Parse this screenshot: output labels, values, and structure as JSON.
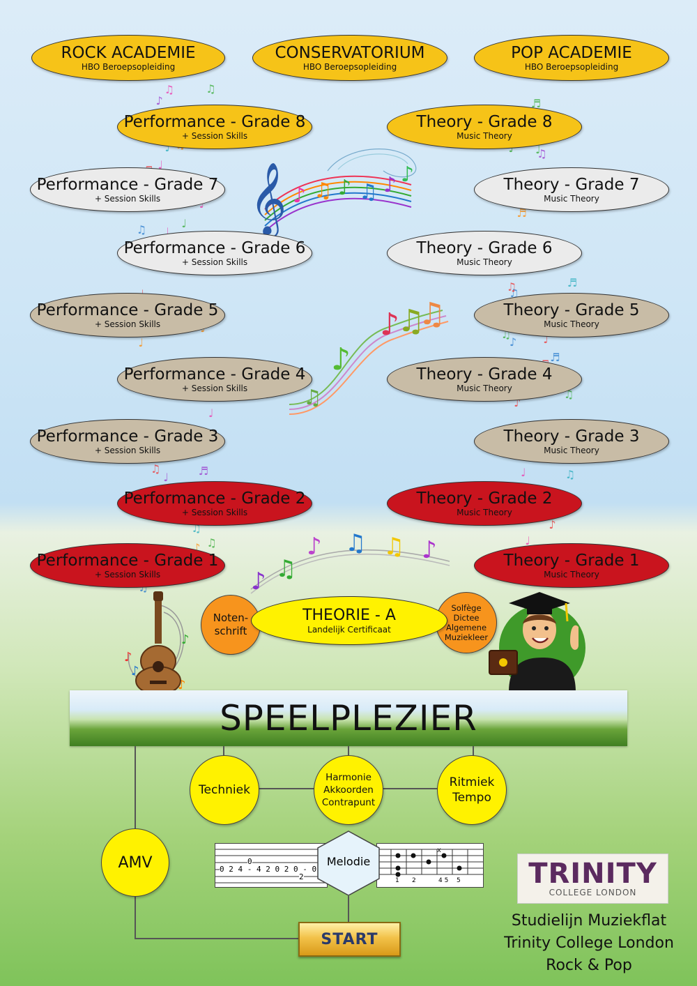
{
  "top": {
    "rock": {
      "title": "ROCK ACADEMIE",
      "sub": "HBO Beroepsopleiding"
    },
    "cons": {
      "title": "CONSERVATORIUM",
      "sub": "HBO Beroepsopleiding"
    },
    "pop": {
      "title": "POP ACADEMIE",
      "sub": "HBO Beroepsopleiding"
    }
  },
  "performance": [
    {
      "title": "Performance - Grade 8",
      "sub": "+ Session Skills"
    },
    {
      "title": "Performance - Grade 7",
      "sub": "+ Session Skills"
    },
    {
      "title": "Performance - Grade 6",
      "sub": "+ Session Skills"
    },
    {
      "title": "Performance - Grade 5",
      "sub": "+ Session Skills"
    },
    {
      "title": "Performance - Grade 4",
      "sub": "+ Session Skills"
    },
    {
      "title": "Performance - Grade 3",
      "sub": "+ Session Skills"
    },
    {
      "title": "Performance - Grade 2",
      "sub": "+ Session Skills"
    },
    {
      "title": "Performance - Grade 1",
      "sub": "+ Session Skills"
    }
  ],
  "theory": [
    {
      "title": "Theory - Grade 8",
      "sub": "Music Theory"
    },
    {
      "title": "Theory - Grade 7",
      "sub": "Music Theory"
    },
    {
      "title": "Theory - Grade 6",
      "sub": "Music Theory"
    },
    {
      "title": "Theory - Grade 5",
      "sub": "Music Theory"
    },
    {
      "title": "Theory - Grade 4",
      "sub": "Music Theory"
    },
    {
      "title": "Theory - Grade 3",
      "sub": "Music Theory"
    },
    {
      "title": "Theory - Grade 2",
      "sub": "Music Theory"
    },
    {
      "title": "Theory - Grade 1",
      "sub": "Music Theory"
    }
  ],
  "theorie_a": {
    "title": "THEORIE - A",
    "sub": "Landelijk Certificaat"
  },
  "notenschrift": [
    "Noten-",
    "schrift"
  ],
  "solfege": [
    "Solfège",
    "Dictee",
    "Algemene",
    "Muziekleer"
  ],
  "speelplezier": "SPEELPLEZIER",
  "skills": {
    "techniek": "Techniek",
    "harmonie": [
      "Harmonie",
      "Akkoorden",
      "Contrapunt"
    ],
    "ritmiek": [
      "Ritmiek",
      "Tempo"
    ]
  },
  "amv": "AMV",
  "melodie": "Melodie",
  "tab": {
    "line1": "0 2 4 - 4 2 0 2 0 - 0 -",
    "above": "0",
    "below": "2"
  },
  "fret_numbers": [
    "1",
    "2",
    "4 5",
    "5"
  ],
  "start": "START",
  "trinity": {
    "name": "TRINITY",
    "sub": "COLLEGE LONDON"
  },
  "footer": [
    "Studielijn Muziekflat",
    "Trinity College London",
    "Rock & Pop"
  ],
  "colors": {
    "gold": "#f6c318",
    "white": "#ebebeb",
    "tan": "#c8bca6",
    "red": "#c9141e",
    "yellow": "#fff200",
    "orange": "#f7941d",
    "trinity": "#5b2a5f"
  },
  "icons": [
    "treble-clef-icon",
    "music-notes-icon",
    "guitar-icon",
    "graduate-icon"
  ]
}
